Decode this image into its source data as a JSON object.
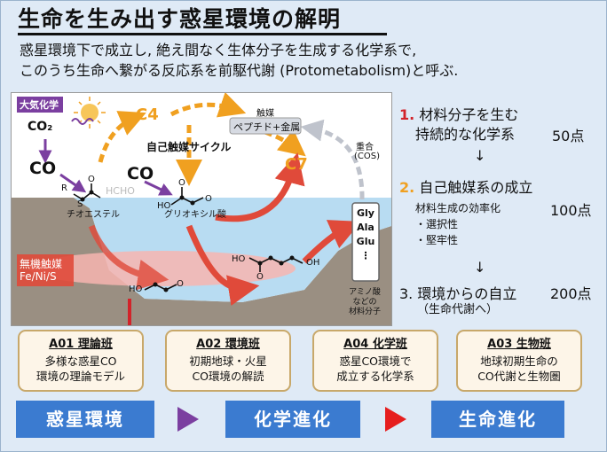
{
  "title": "生命を生み出す惑星環境の解明",
  "subtitle": {
    "line1": "惑星環境下で成立し, 絶え間なく生体分子を生成する化学系で,",
    "line2": "このうち生命へ繋がる反応系を前駆代謝 (Protometabolism)と呼ぶ."
  },
  "diagram": {
    "atmosphere_label": "大気化学",
    "co2": "CO₂",
    "co_left": "CO",
    "co_center": "CO",
    "c4": "C4",
    "c7": "C7",
    "catalyst_label": "触媒",
    "peptide_metal": "ペプチド+金属",
    "autocatalytic_cycle": "自己触媒サイクル",
    "polymerization": "重合",
    "cos": "(COS)",
    "hcho": "HCHO",
    "thioester": "チオエステル",
    "glyoxylate": "グリオキシル酸",
    "r_label": "R",
    "s_label": "S",
    "o_labels": [
      "O",
      "O",
      "O",
      "O",
      "O"
    ],
    "ho_labels": [
      "HO",
      "HO",
      "HO"
    ],
    "oh_label": "OH",
    "amino_acids": [
      "Gly",
      "Ala",
      "Glu"
    ],
    "amino_note": [
      "アミノ酸",
      "などの",
      "材料分子"
    ],
    "inorganic_catalyst": "無機触媒",
    "fe_ni_s": "Fe/Ni/S"
  },
  "steps": [
    {
      "num": "1.",
      "line1": "材料分子を生む",
      "line2": "持続的な化学系",
      "points": "50点",
      "num_color": "#d2232a"
    },
    {
      "num": "2.",
      "line1": "自己触媒系の成立",
      "sub1": "材料生成の効率化",
      "sub2": "・選択性",
      "sub3": "・堅牢性",
      "points": "100点",
      "num_color": "#f0a020"
    },
    {
      "num": "3.",
      "line1": "環境からの自立",
      "line2": "（生命代謝へ）",
      "points": "200点",
      "num_color": "#111111"
    }
  ],
  "arrow_down": "↓",
  "teams": [
    {
      "head": "A01 理論班",
      "line1": "多様な惑星CO",
      "line2": "環境の理論モデル"
    },
    {
      "head": "A02 環境班",
      "line1": "初期地球・火星",
      "line2": "CO環境の解読"
    },
    {
      "head": "A04 化学班",
      "line1": "惑星CO環境で",
      "line2": "成立する化学系"
    },
    {
      "head": "A03 生物班",
      "line1": "地球初期生命の",
      "line2": "CO代謝と生物圏"
    }
  ],
  "flow": [
    "惑星環境",
    "化学進化",
    "生命進化"
  ],
  "colors": {
    "accent_blue": "#3b7bd0",
    "orange": "#f0a020",
    "red": "#d2232a",
    "purple": "#7b3fa0",
    "team_border": "#c8a86a"
  }
}
